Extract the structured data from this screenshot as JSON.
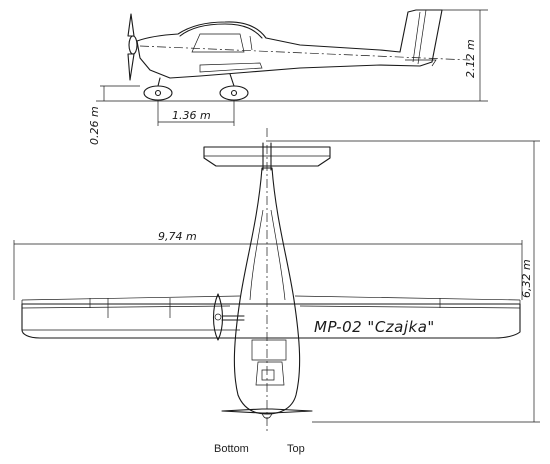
{
  "dimensions": {
    "height": "2.12 m",
    "wheel_ground": "0.26 m",
    "wheel_track": "1.36 m",
    "wingspan": "9,74 m",
    "length": "6,32 m"
  },
  "model_name": "MP-02  \"Czajka\"",
  "legend": {
    "left": "Bottom",
    "right": "Top"
  },
  "colors": {
    "line": "#1a1a1a",
    "background": "#ffffff"
  }
}
